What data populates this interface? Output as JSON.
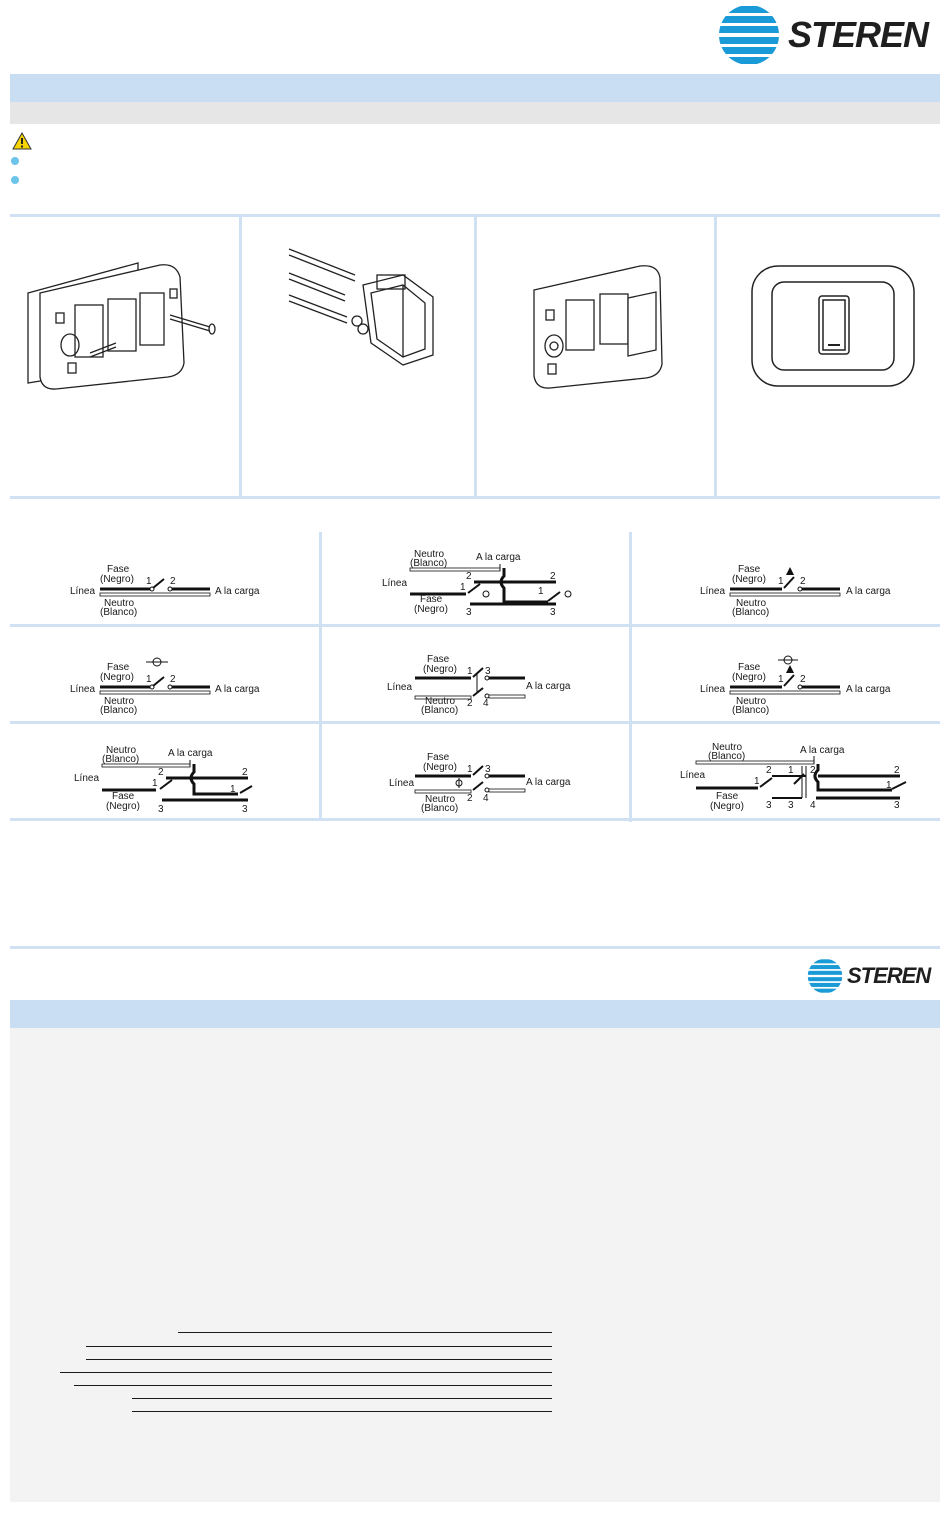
{
  "brand": {
    "name": "STEREN",
    "accent": "#1a9ad6",
    "text": "#1f1f1f"
  },
  "warning_icon": "warning-triangle-icon",
  "bullet_icon": "bullet-dot-icon",
  "diagram_labels": {
    "fase": "Fase",
    "negro": "(Negro)",
    "neutro": "Neutro",
    "blanco": "(Blanco)",
    "linea": "Línea",
    "carga": "A la carga",
    "n1": "1",
    "n2": "2",
    "n3": "3",
    "n4": "4"
  },
  "colors": {
    "band_blue": "#c9def2",
    "band_gray": "#e6e6e6",
    "rule": "#cfe1f2",
    "bullet": "#6cc4ea",
    "panel": "#f3f3f3"
  }
}
